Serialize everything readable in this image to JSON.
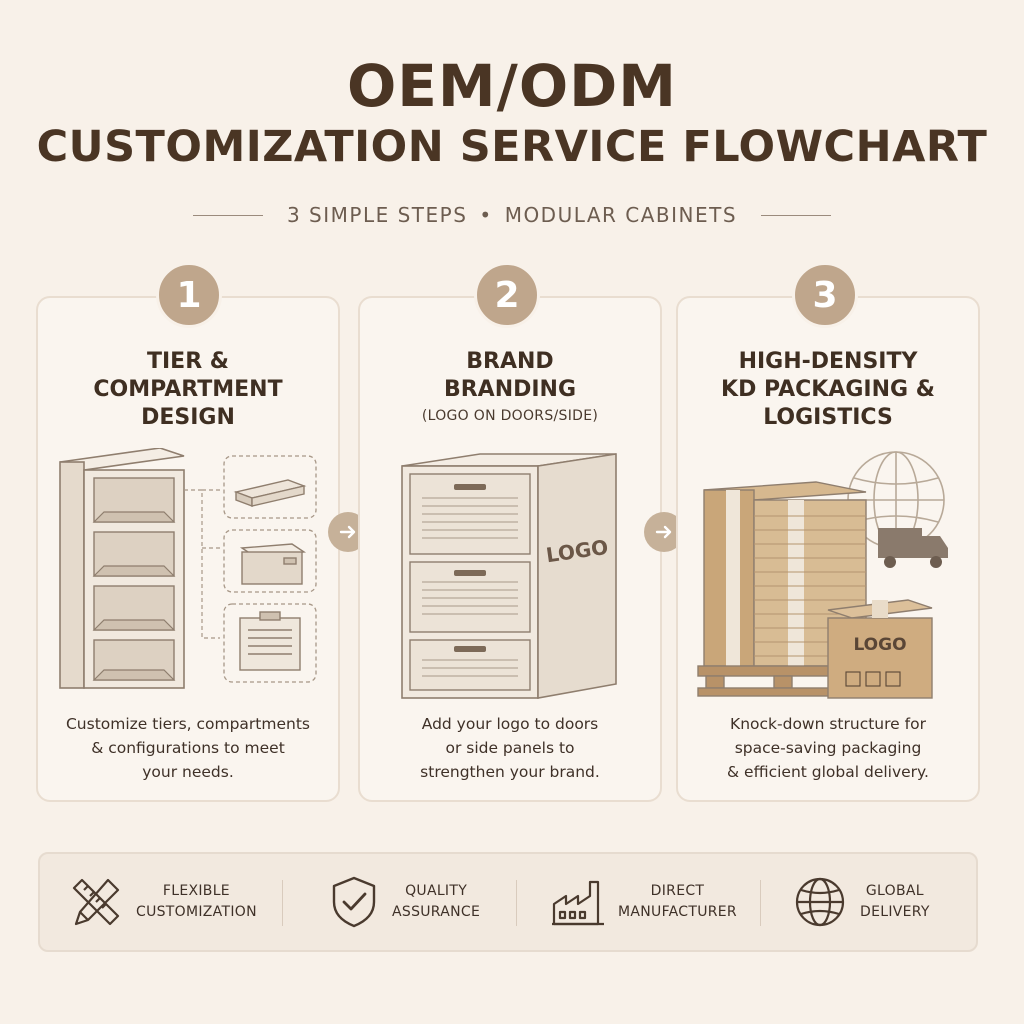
{
  "header": {
    "title_line1": "OEM/ODM",
    "title_line2": "CUSTOMIZATION SERVICE FLOWCHART",
    "subtitle_left": "3 SIMPLE STEPS",
    "subtitle_sep": "•",
    "subtitle_right": "MODULAR CABINETS"
  },
  "steps": [
    {
      "number": "1",
      "title_lines": [
        "TIER &",
        "COMPARTMENT",
        "DESIGN"
      ],
      "note": "",
      "desc_lines": [
        "Customize tiers, compartments",
        "& configurations to meet",
        "your needs."
      ]
    },
    {
      "number": "2",
      "title_lines": [
        "BRAND",
        "BRANDING"
      ],
      "note": "(LOGO ON DOORS/SIDE)",
      "logo_text": "LOGO",
      "desc_lines": [
        "Add your logo to doors",
        "or side panels to",
        "strengthen your brand."
      ]
    },
    {
      "number": "3",
      "title_lines": [
        "HIGH-DENSITY",
        "KD PACKAGING &",
        "LOGISTICS"
      ],
      "note": "",
      "logo_text": "LOGO",
      "desc_lines": [
        "Knock-down structure for",
        "space-saving packaging",
        "& efficient global delivery."
      ]
    }
  ],
  "features": [
    {
      "icon": "ruler-pencil-icon",
      "label": "FLEXIBLE\nCUSTOMIZATION"
    },
    {
      "icon": "shield-check-icon",
      "label": "QUALITY\nASSURANCE"
    },
    {
      "icon": "factory-icon",
      "label": "DIRECT\nMANUFACTURER"
    },
    {
      "icon": "globe-icon",
      "label": "GLOBAL\nDELIVERY"
    }
  ],
  "colors": {
    "background": "#f8f1e9",
    "accent": "#bfa68c",
    "title": "#4a3524",
    "card_border": "#e9ddd0"
  }
}
